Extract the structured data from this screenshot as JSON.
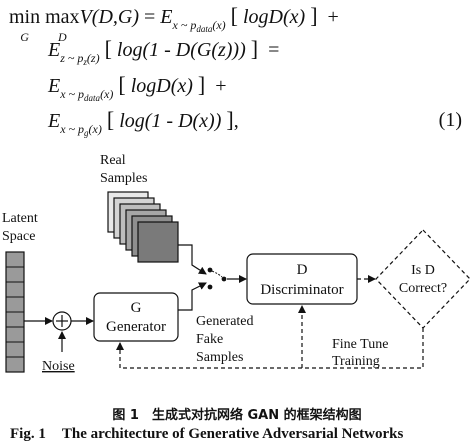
{
  "equation": {
    "min_op": "min",
    "min_sub": "G",
    "max_op": "max",
    "max_sub": "D",
    "value_fn": "V(D,G)",
    "equals": "=",
    "plus": "+",
    "E": "E",
    "sub_data": "x ~ p",
    "sub_data_s": "data",
    "sub_data_tail": "(x)",
    "sub_z": "z ~ p",
    "sub_z_s": "z",
    "sub_z_tail": "(z)",
    "sub_g": "x ~ p",
    "sub_g_s": "g",
    "sub_g_tail": "(x)",
    "term1": "logD(x)",
    "term2": "log(1 - D(G(z)))",
    "term4": "log(1 - D(x))",
    "trail_comma": ",",
    "number": "(1)"
  },
  "diagram": {
    "real_label_1": "Real",
    "real_label_2": "Samples",
    "latent_label_1": "Latent",
    "latent_label_2": "Space",
    "noise_label": "Noise",
    "plus_symbol": "+",
    "generator_label_1": "G",
    "generator_label_2": "Generator",
    "generated_label_1": "Generated",
    "generated_label_2": "Fake",
    "generated_label_3": "Samples",
    "discriminator_label_1": "D",
    "discriminator_label_2": "Discriminator",
    "decision_label_1": "Is D",
    "decision_label_2": "Correct?",
    "finetune_label_1": "Fine Tune",
    "finetune_label_2": "Training"
  },
  "caption": {
    "cn": "图 1　生成式对抗网络 GAN 的框架结构图",
    "en_prefix": "Fig. 1",
    "en_text": "The architecture of Generative Adversarial Networks"
  }
}
